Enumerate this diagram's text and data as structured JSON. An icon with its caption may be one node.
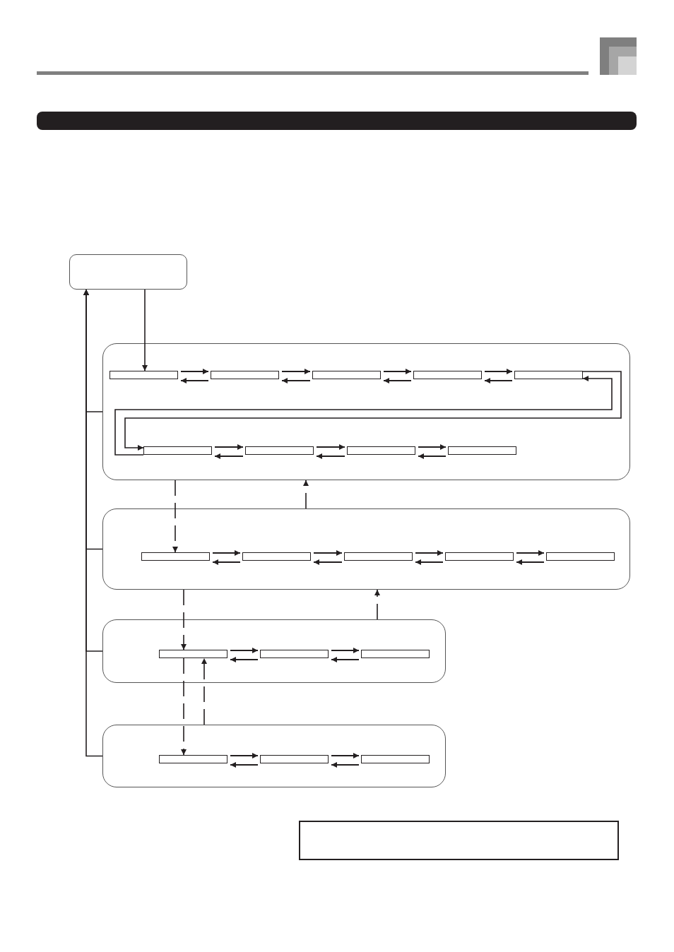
{
  "diagram": {
    "nodes": [
      {
        "text": [],
        "shape": "box"
      },
      {
        "text": [],
        "shape": "box"
      },
      {
        "text": [],
        "shape": "box",
        "in": 1
      },
      {
        "text": [],
        "shape": "box",
        "in": 1
      },
      {
        "text": [],
        "shape": "box",
        "in": 1
      },
      {
        "text": [],
        "shape": "box",
        "in": 1
      },
      {
        "text": [],
        "shape": "box",
        "in": 1
      },
      {
        "text": [],
        "shape": "box",
        "in": 1
      },
      {
        "text": [],
        "shape": "box",
        "in": 1
      },
      {
        "text": [],
        "shape": "box",
        "in": 1
      },
      {
        "text": [],
        "shape": "box",
        "in": 1
      },
      {
        "text": [],
        "shape": "box"
      },
      {
        "text": [],
        "shape": "box",
        "in": 11
      },
      {
        "text": [],
        "shape": "box",
        "in": 11
      },
      {
        "text": [],
        "shape": "box",
        "in": 11
      },
      {
        "text": [],
        "shape": "box",
        "in": 11
      },
      {
        "text": [],
        "shape": "box",
        "in": 11
      },
      {
        "text": [],
        "shape": "box"
      },
      {
        "text": [],
        "shape": "box",
        "in": 17
      },
      {
        "text": [],
        "shape": "box",
        "in": 17
      },
      {
        "text": [],
        "shape": "box",
        "in": 17
      },
      {
        "text": [],
        "shape": "box"
      },
      {
        "text": [],
        "shape": "box",
        "in": 21
      },
      {
        "text": [],
        "shape": "box",
        "in": 21
      },
      {
        "text": [],
        "shape": "box",
        "in": 21
      },
      {
        "text": [],
        "shape": "box"
      }
    ],
    "edges": [
      {
        "from": 0,
        "to": 2,
        "arrow": "to"
      },
      {
        "from": 2,
        "to": 3,
        "arrow": "to"
      },
      {
        "from": 3,
        "to": 2,
        "arrow": "to"
      },
      {
        "from": 3,
        "to": 4,
        "arrow": "to"
      },
      {
        "from": 4,
        "to": 3,
        "arrow": "to"
      },
      {
        "from": 4,
        "to": 5,
        "arrow": "to"
      },
      {
        "from": 5,
        "to": 4,
        "arrow": "to"
      },
      {
        "from": 5,
        "to": 6,
        "arrow": "to"
      },
      {
        "from": 6,
        "to": 5,
        "arrow": "to"
      },
      {
        "from": 6,
        "to": 7,
        "arrow": "to"
      },
      {
        "from": 7,
        "to": 6,
        "arrow": "to"
      },
      {
        "from": 7,
        "to": 8,
        "arrow": "to"
      },
      {
        "from": 8,
        "to": 7,
        "arrow": "to"
      },
      {
        "from": 8,
        "to": 9,
        "arrow": "to"
      },
      {
        "from": 9,
        "to": 8,
        "arrow": "to"
      },
      {
        "from": 9,
        "to": 10,
        "arrow": "to"
      },
      {
        "from": 10,
        "to": 9,
        "arrow": "to"
      },
      {
        "from": 1,
        "to": 12,
        "arrow": "to",
        "style": "dashed"
      },
      {
        "from": 11,
        "to": 1,
        "arrow": "to",
        "style": "dashed"
      },
      {
        "from": 12,
        "to": 13,
        "arrow": "to"
      },
      {
        "from": 13,
        "to": 12,
        "arrow": "to"
      },
      {
        "from": 13,
        "to": 14,
        "arrow": "to"
      },
      {
        "from": 14,
        "to": 13,
        "arrow": "to"
      },
      {
        "from": 14,
        "to": 15,
        "arrow": "to"
      },
      {
        "from": 15,
        "to": 14,
        "arrow": "to"
      },
      {
        "from": 15,
        "to": 16,
        "arrow": "to"
      },
      {
        "from": 16,
        "to": 15,
        "arrow": "to"
      },
      {
        "from": 11,
        "to": 18,
        "arrow": "to",
        "style": "dashed"
      },
      {
        "from": 17,
        "to": 11,
        "arrow": "to",
        "style": "dashed"
      },
      {
        "from": 18,
        "to": 19,
        "arrow": "to"
      },
      {
        "from": 19,
        "to": 18,
        "arrow": "to"
      },
      {
        "from": 19,
        "to": 20,
        "arrow": "to"
      },
      {
        "from": 20,
        "to": 19,
        "arrow": "to"
      },
      {
        "from": 18,
        "to": 22,
        "arrow": "to",
        "style": "dashed"
      },
      {
        "from": 21,
        "to": 18,
        "arrow": "to",
        "style": "dashed"
      },
      {
        "from": 22,
        "to": 23,
        "arrow": "to"
      },
      {
        "from": 23,
        "to": 22,
        "arrow": "to"
      },
      {
        "from": 23,
        "to": 24,
        "arrow": "to"
      },
      {
        "from": 24,
        "to": 23,
        "arrow": "to"
      },
      {
        "from": 1,
        "to": 0,
        "arrow": "to"
      },
      {
        "from": 11,
        "to": 0,
        "arrow": "to"
      },
      {
        "from": 17,
        "to": 0,
        "arrow": "to"
      },
      {
        "from": 21,
        "to": 0,
        "arrow": "to"
      }
    ]
  }
}
